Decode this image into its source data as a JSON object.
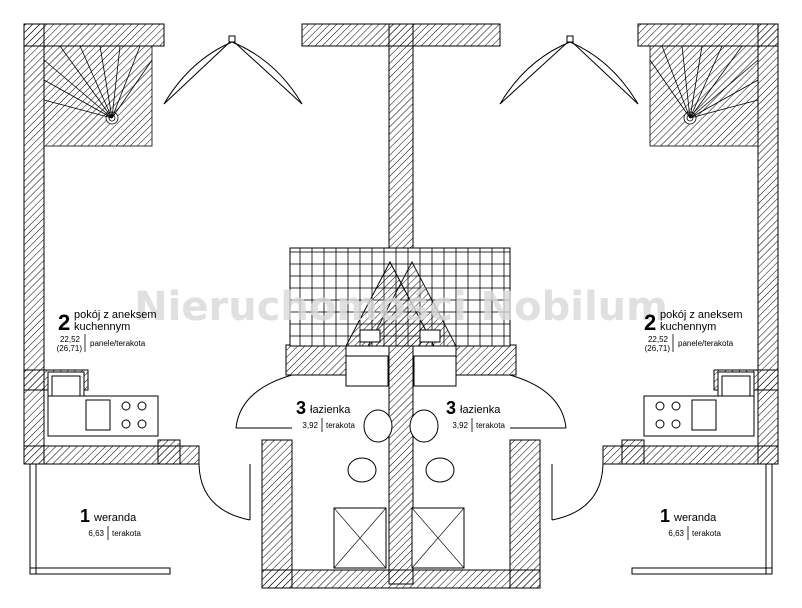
{
  "watermark": "Nieruchomości Nobilum",
  "rooms": {
    "left_living": {
      "number": "2",
      "name_line1": "pokój z aneksem",
      "name_line2": "kuchennym",
      "area": "22,52",
      "area_alt": "(26,71)",
      "finish": "panele/terakota"
    },
    "right_living": {
      "number": "2",
      "name_line1": "pokój z aneksem",
      "name_line2": "kuchennym",
      "area": "22,52",
      "area_alt": "(26,71)",
      "finish": "panele/terakota"
    },
    "left_bath": {
      "number": "3",
      "name": "łazienka",
      "area": "3,92",
      "finish": "terakota"
    },
    "right_bath": {
      "number": "3",
      "name": "łazienka",
      "area": "3,92",
      "finish": "terakota"
    },
    "left_veranda": {
      "number": "1",
      "name": "weranda",
      "area": "6,63",
      "finish": "terakota"
    },
    "right_veranda": {
      "number": "1",
      "name": "weranda",
      "area": "6,63",
      "finish": "terakota"
    }
  },
  "colors": {
    "wall_stroke": "#000000",
    "hatch": "#000000",
    "watermark": "#d9d9d9",
    "background": "#ffffff"
  }
}
